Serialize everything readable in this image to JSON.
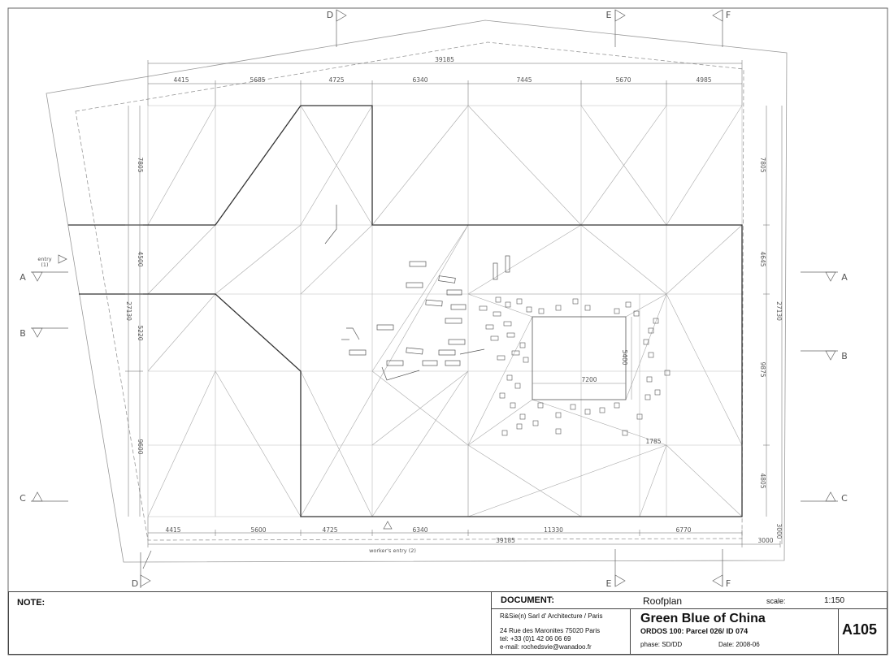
{
  "dimensions": {
    "top_total": "39185",
    "top": [
      "4415",
      "5685",
      "4725",
      "6340",
      "7445",
      "5670",
      "4985"
    ],
    "bottom": [
      "4415",
      "5600",
      "4725",
      "6340",
      "11330",
      "6770"
    ],
    "bottom_total": "39185",
    "bottom_offset": "3000",
    "left": [
      "7805",
      "4500",
      "5220",
      "9600"
    ],
    "left_total": "27130",
    "right": [
      "7805",
      "4645",
      "9875",
      "4805"
    ],
    "right_total": "27130",
    "right_offset": "3000",
    "void_width": "7200",
    "void_height": "5400",
    "misc": "1785"
  },
  "section_markers": {
    "A": "A",
    "B": "B",
    "C": "C",
    "D": "D",
    "E": "E",
    "F": "F"
  },
  "labels": {
    "entry_1_line1": "entry",
    "entry_1_line2": "(1)",
    "workers_entry": "worker's entry (2)"
  },
  "title_block": {
    "note_label": "NOTE:",
    "document_label": "DOCUMENT:",
    "document_value": "Roofplan",
    "scale_label": "scale:",
    "scale_value": "1:150",
    "office": "R&Sie(n) Sarl d' Architecture / Paris",
    "address": "24 Rue des Maronites 75020 Paris",
    "tel": "tel: +33 (0)1 42 06 06 69",
    "email": "e-mail: rochedsvie@wanadoo.fr",
    "project_title": "Green Blue of China",
    "project_subtitle": "ORDOS 100: Parcel 026/ ID 074",
    "phase": "phase: SD/DD",
    "date": "Date: 2008-06",
    "sheet_number": "A105"
  }
}
